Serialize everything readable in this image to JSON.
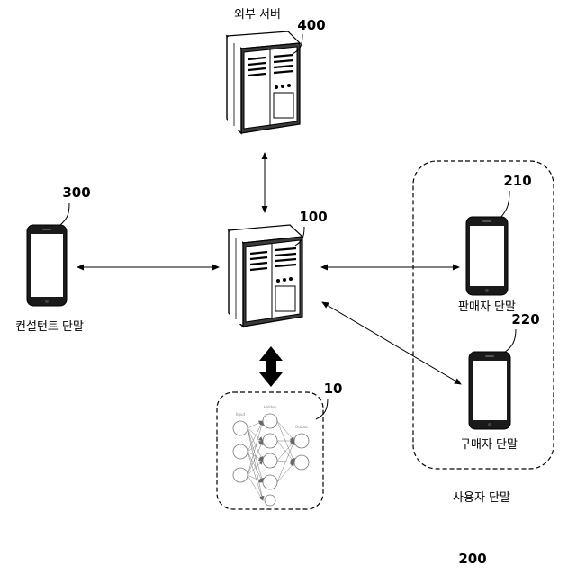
{
  "nodes": {
    "external_server": {
      "label": "외부 서버",
      "number": "400"
    },
    "main_server": {
      "number": "100"
    },
    "consultant": {
      "label": "컨설턴트 단말",
      "number": "300"
    },
    "seller": {
      "label": "판매자 단말",
      "number": "210"
    },
    "buyer": {
      "label": "구매자 단말",
      "number": "220"
    },
    "user_group": {
      "label": "사용자 단말",
      "number": "200"
    },
    "neural_net": {
      "number": "10",
      "layer_labels": [
        "Input",
        "Hidden",
        "Output"
      ]
    }
  },
  "colors": {
    "stroke": "#000000",
    "fill": "#ffffff",
    "shade": "#222222"
  }
}
